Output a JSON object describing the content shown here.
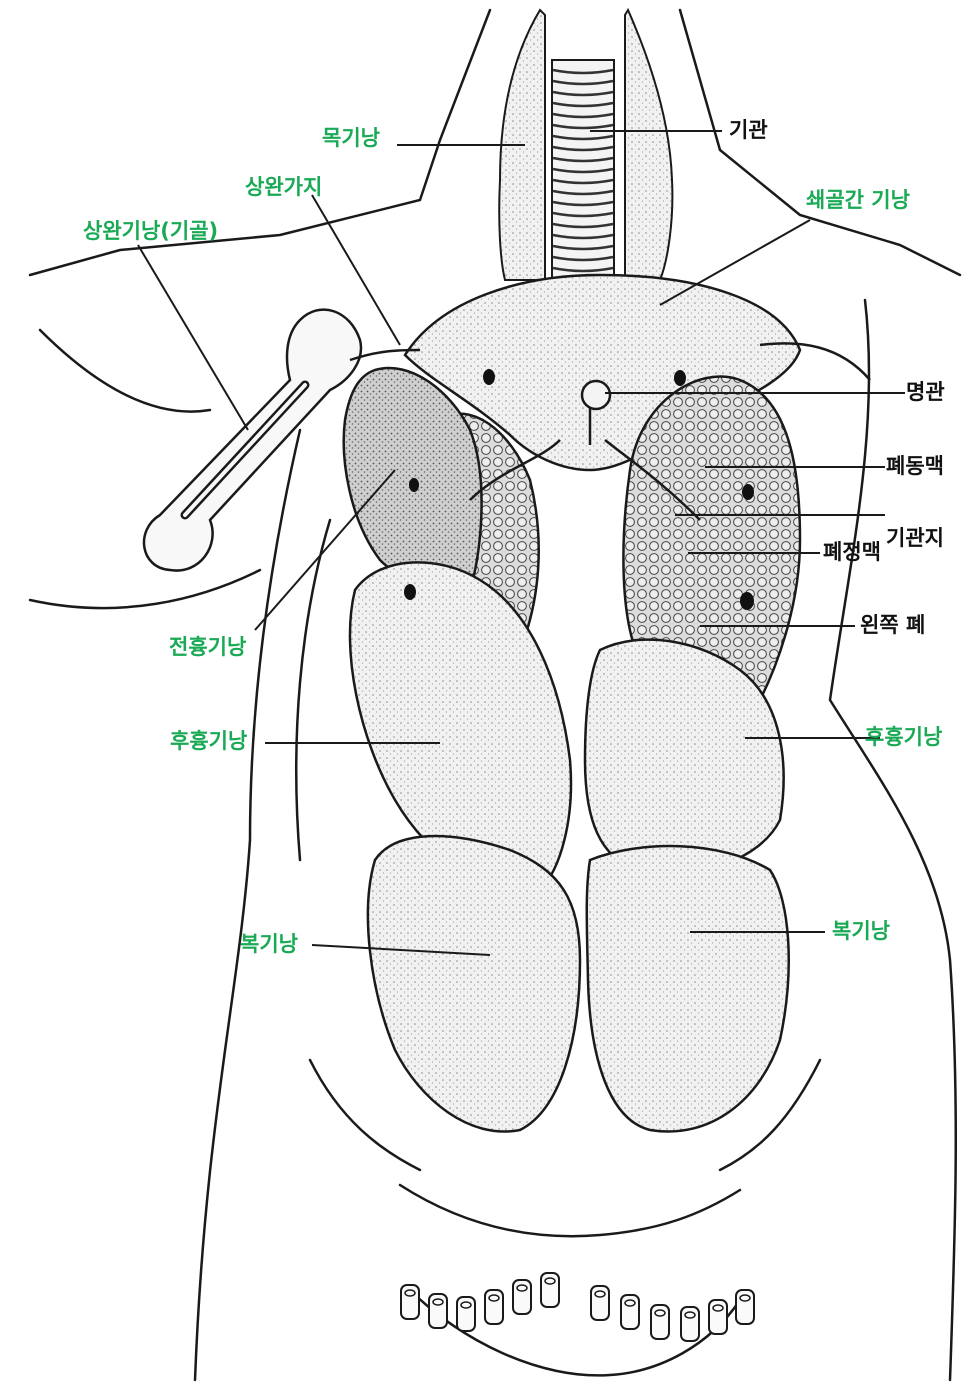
{
  "colors": {
    "label_green": "#1aaa55",
    "label_black": "#111111",
    "outline": "#1a1a1a",
    "airsac_fill": "#ececec",
    "lung_fill": "#d6d6d6"
  },
  "labels": {
    "neck_air_sac": "목기낭",
    "humeral_branch": "상완가지",
    "humeral_air_sac": "상완기낭(기골)",
    "trachea": "기관",
    "interclavicular_air_sac": "쇄골간 기낭",
    "syrinx": "명관",
    "pulmonary_artery": "폐동맥",
    "bronchus": "기관지",
    "pulmonary_vein": "폐정맥",
    "left_lung": "왼쪽 폐",
    "anterior_thoracic_air_sac": "전흉기낭",
    "posterior_thoracic_air_sac_left": "후흉기낭",
    "posterior_thoracic_air_sac_right": "후흉기낭",
    "abdominal_air_sac_left": "복기낭",
    "abdominal_air_sac_right": "복기낭"
  }
}
